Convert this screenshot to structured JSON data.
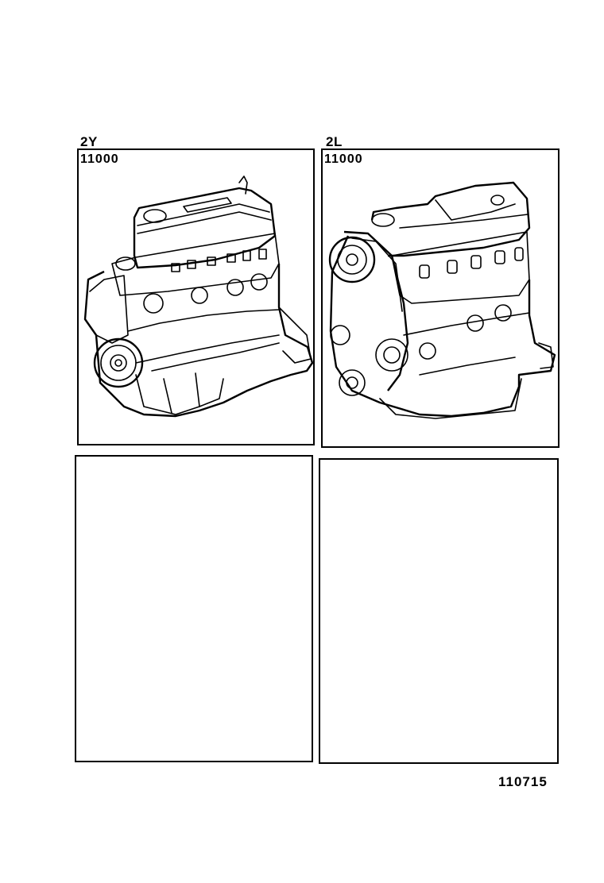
{
  "panels": [
    {
      "engine_code": "2Y",
      "part_number": "11000",
      "illustration": "engine-assembly-2y-icon"
    },
    {
      "engine_code": "2L",
      "part_number": "11000",
      "illustration": "engine-assembly-2l-icon"
    },
    {
      "engine_code": "",
      "part_number": "",
      "illustration": ""
    },
    {
      "engine_code": "",
      "part_number": "",
      "illustration": ""
    }
  ],
  "footer": {
    "illustration_code": "110715"
  }
}
